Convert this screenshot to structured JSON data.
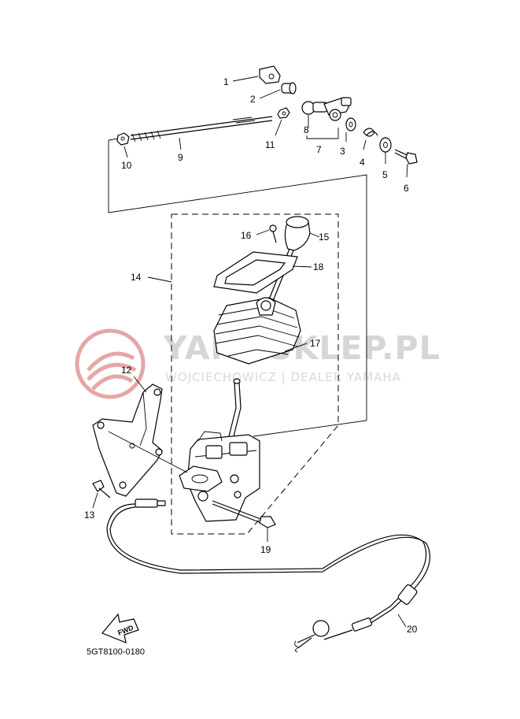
{
  "diagram": {
    "code": "5GT8100-0180",
    "fwd_label": "FWD",
    "watermark": {
      "main": "YAMASKLEP.PL",
      "sub": "WOJCIECHOWICZ | DEALER YAMAHA",
      "logo_color": "#e7a6a6"
    },
    "parts": [
      {
        "id": "p1",
        "label": "1"
      },
      {
        "id": "p2",
        "label": "2"
      },
      {
        "id": "p3",
        "label": "3"
      },
      {
        "id": "p4",
        "label": "4"
      },
      {
        "id": "p5",
        "label": "5"
      },
      {
        "id": "p6",
        "label": "6"
      },
      {
        "id": "p7",
        "label": "7"
      },
      {
        "id": "p8",
        "label": "8"
      },
      {
        "id": "p9",
        "label": "9"
      },
      {
        "id": "p10",
        "label": "10"
      },
      {
        "id": "p11",
        "label": "11"
      },
      {
        "id": "p12",
        "label": "12"
      },
      {
        "id": "p13",
        "label": "13"
      },
      {
        "id": "p14",
        "label": "14"
      },
      {
        "id": "p15",
        "label": "15"
      },
      {
        "id": "p16",
        "label": "16"
      },
      {
        "id": "p17",
        "label": "17"
      },
      {
        "id": "p18",
        "label": "18"
      },
      {
        "id": "p19",
        "label": "19"
      },
      {
        "id": "p20",
        "label": "20"
      }
    ]
  }
}
